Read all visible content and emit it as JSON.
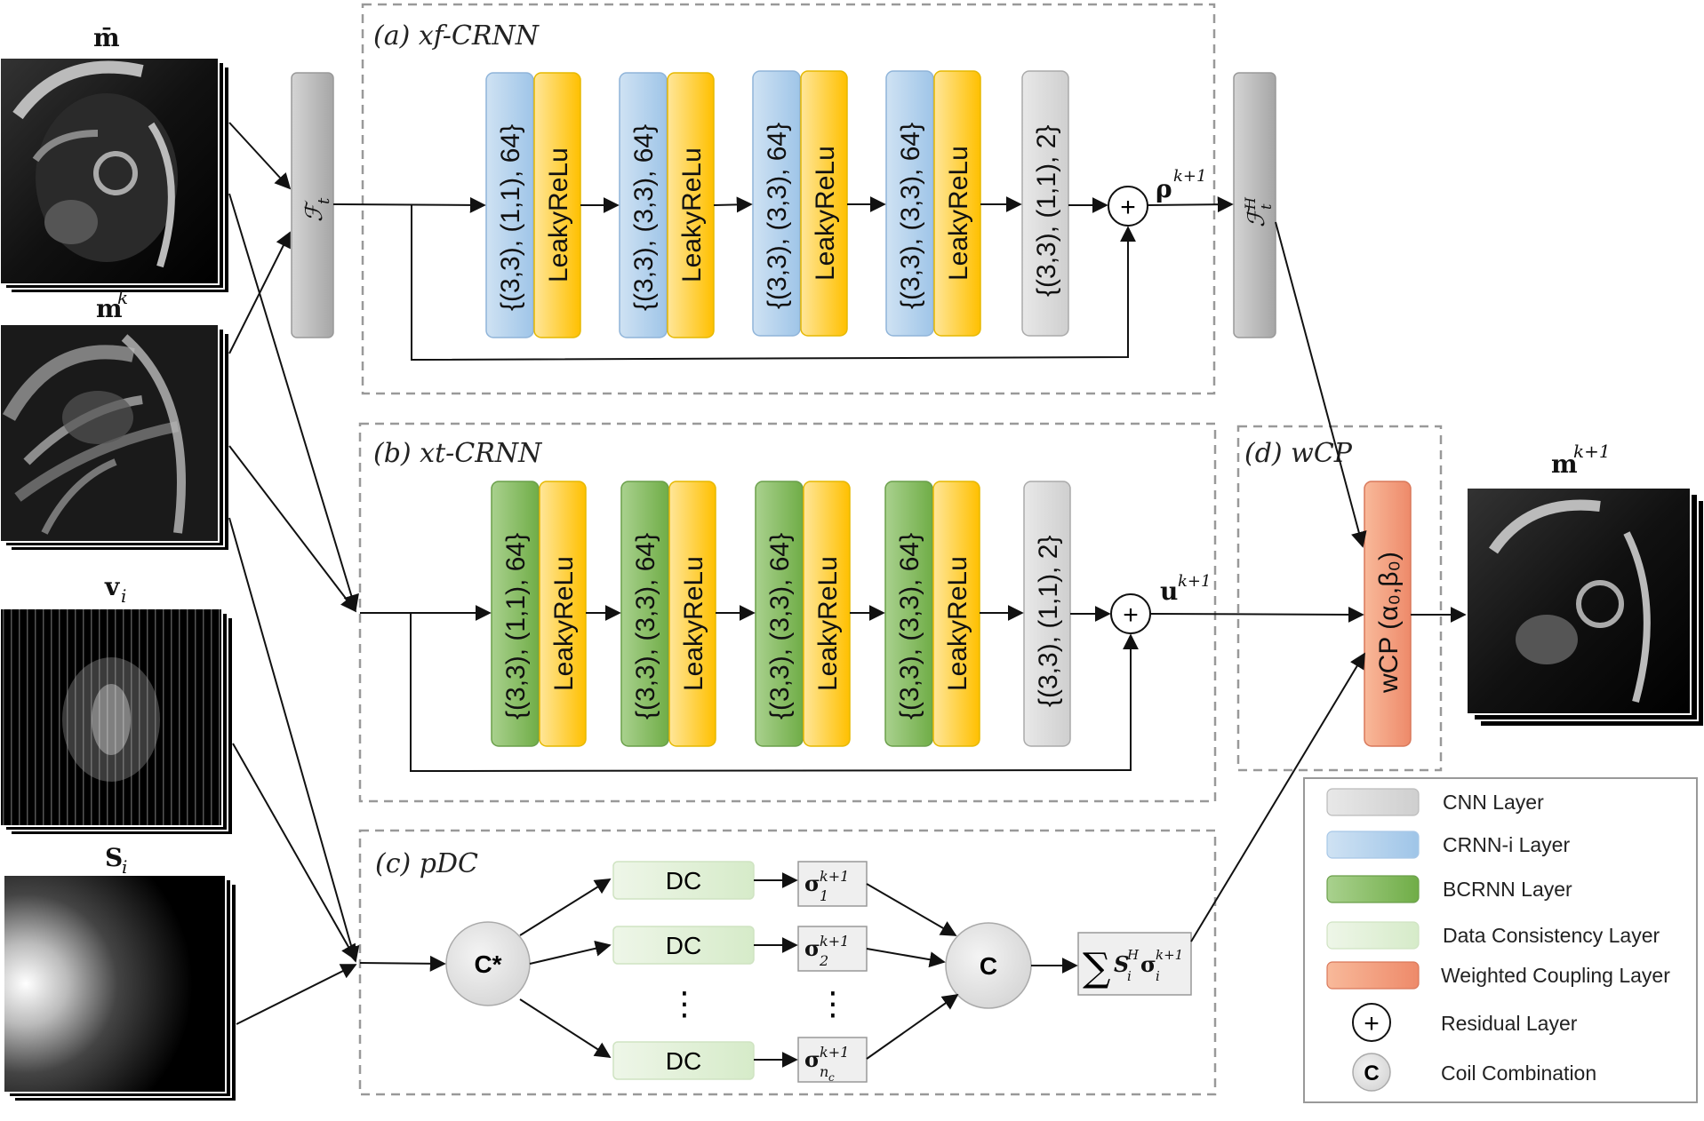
{
  "inputs": {
    "m_bar": "m̄",
    "m_k_base": "m",
    "m_k_sup": "k",
    "v_base": "v",
    "v_sub": "i",
    "s_base": "S",
    "s_sub": "i"
  },
  "transforms": {
    "ft_base": "ℱ",
    "ft_sub": "t",
    "fth_base": "ℱ",
    "fth_sup": "H",
    "fth_sub": "t"
  },
  "panel_a": {
    "title": "(a)  xf-CRNN",
    "layers": [
      "{(3,3), (1,1), 64}",
      "{(3,3), (3,3), 64}",
      "{(3,3), (3,3), 64}",
      "{(3,3), (3,3), 64}"
    ],
    "activation": "LeakyReLu",
    "final_layer": "{(3,3), (1,1), 2}",
    "output_base": "ρ",
    "output_sup": "k+1"
  },
  "panel_b": {
    "title": "(b)  xt-CRNN",
    "layers": [
      "{(3,3), (1,1), 64}",
      "{(3,3), (3,3), 64}",
      "{(3,3), (3,3), 64}",
      "{(3,3), (3,3), 64}"
    ],
    "activation": "LeakyReLu",
    "final_layer": "{(3,3), (1,1), 2}",
    "output_base": "u",
    "output_sup": "k+1"
  },
  "panel_c": {
    "title": "(c)  pDC",
    "combine_star": "C*",
    "dc_labels": [
      "DC",
      "DC",
      "DC"
    ],
    "sigma_base": "σ",
    "sigma_sup": "k+1",
    "sigma_subs": [
      "1",
      "2",
      "n"
    ],
    "sigma_sub_sub": "c",
    "combine": "C",
    "sum_symbol": "∑",
    "sum_s": "S",
    "sum_s_sup": "H",
    "sum_s_sub": "i",
    "sum_sigma_sub": "i",
    "dots": "⋮"
  },
  "panel_d": {
    "title": "(d)  wCP",
    "block_label": "wCP (α₀,β₀)"
  },
  "output": {
    "base": "m",
    "sup": "k+1"
  },
  "legend": {
    "items": [
      {
        "label": "CNN Layer",
        "color": "#e0e0e0"
      },
      {
        "label": "CRNN-i Layer",
        "color": "#bdd7ee"
      },
      {
        "label": "BCRNN Layer",
        "color": "#93c47d"
      },
      {
        "label": "Data Consistency Layer",
        "color": "#e2efda"
      },
      {
        "label": "Weighted Coupling Layer",
        "color": "#f8a98a"
      }
    ],
    "residual_symbol": "+",
    "residual_label": "Residual Layer",
    "coil_symbol": "C",
    "coil_label": "Coil Combination"
  },
  "colors": {
    "cnn": "#d9d9d9",
    "crnn_i": "#bdd7ee",
    "bcrnn": "#93c47d",
    "leaky": "#ffd966",
    "dc": "#e2efda",
    "wcp": "#f4a283",
    "transform": "#bfbfbf"
  }
}
